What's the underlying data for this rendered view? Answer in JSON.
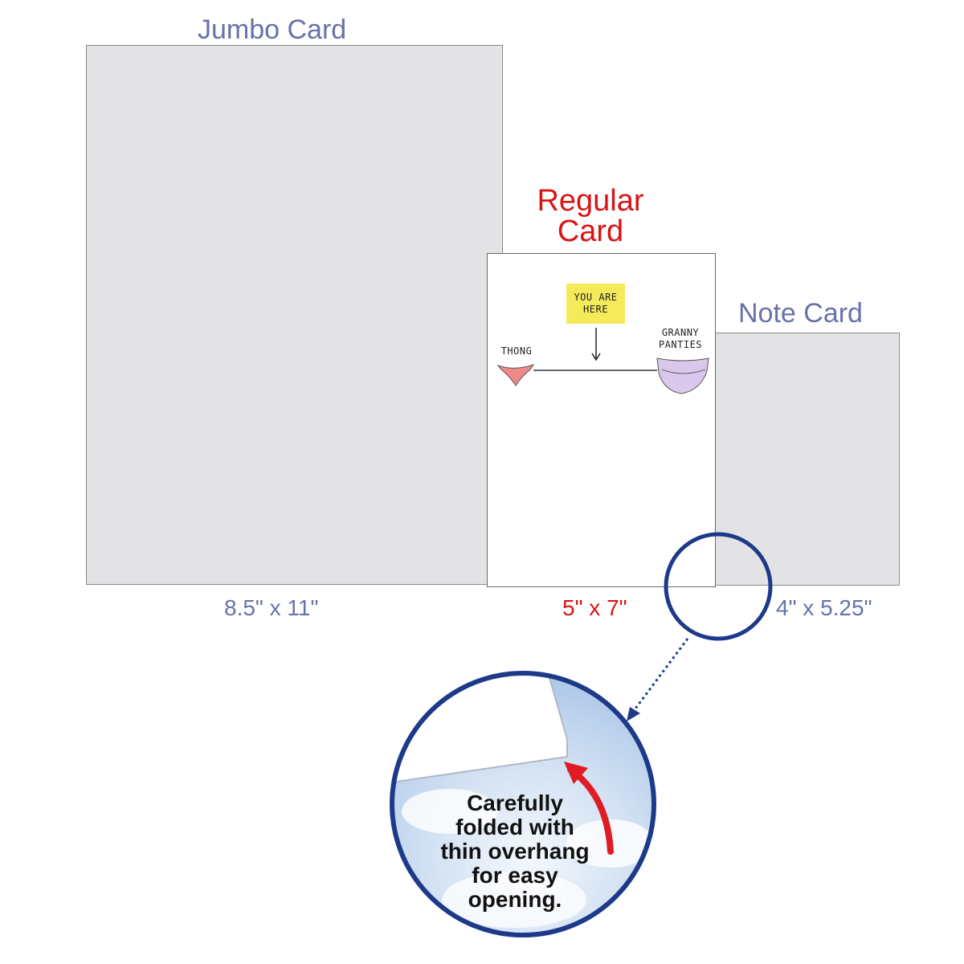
{
  "jumbo": {
    "title": "Jumbo Card",
    "size": "8.5\"  x 11\""
  },
  "regular": {
    "title_line1": "Regular",
    "title_line2": "Card",
    "size": "5\" x 7\""
  },
  "note": {
    "title": "Note Card",
    "size": "4\" x 5.25\""
  },
  "card_art": {
    "sticky_line1": "YOU ARE",
    "sticky_line2": "HERE",
    "left_label": "THONG",
    "right_label_line1": "GRANNY",
    "right_label_line2": "PANTIES"
  },
  "callout": {
    "lines": [
      "Carefully",
      "folded with",
      "thin overhang",
      "for easy",
      "opening."
    ]
  },
  "colors": {
    "blue_label": "#6872a8",
    "red_label": "#d81414",
    "circle_border": "#1d3a8a",
    "card_gray": "#e3e3e6",
    "sticky_yellow": "#f5ea5a",
    "thong_pink": "#f08a8a",
    "panties_lavender": "#d9c8ec"
  }
}
